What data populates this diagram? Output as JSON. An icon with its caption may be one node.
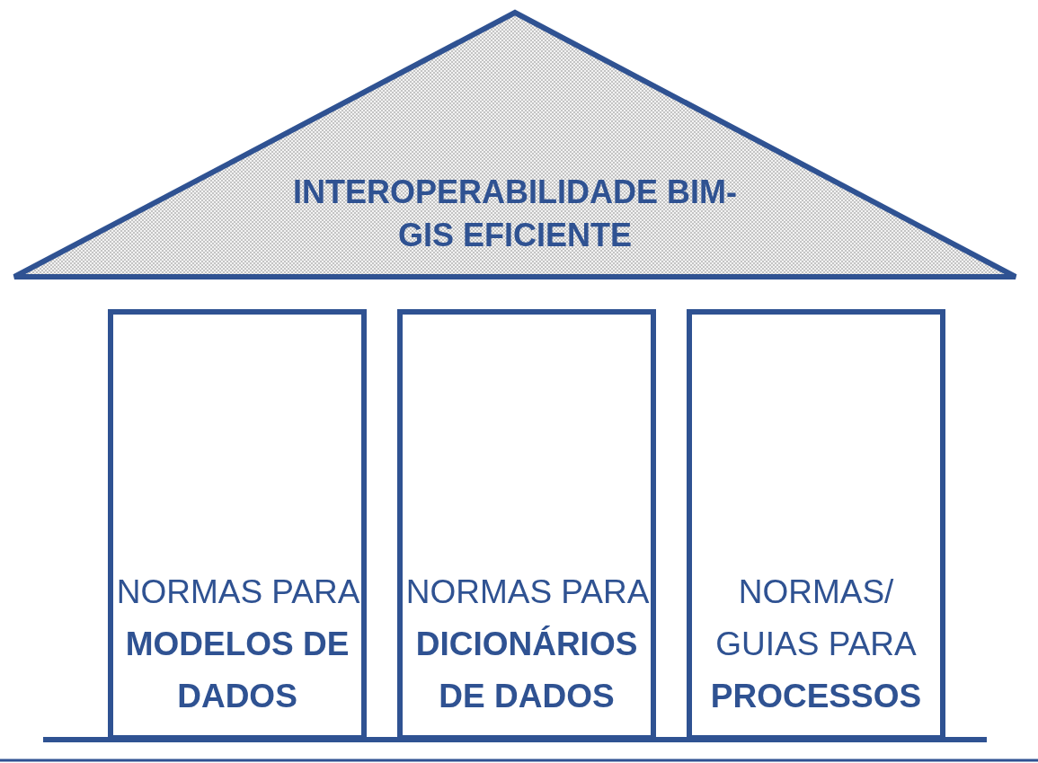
{
  "diagram": {
    "nodes": [
      {
        "text": [
          "INTEROPERABILIDADE BIM-GIS EFICIENTE"
        ]
      },
      {
        "text": [
          "NORMAS PARA **MODELOS DE DADOS**"
        ]
      },
      {
        "text": [
          "NORMAS PARA **DICIONÁRIOS DE DADOS**"
        ]
      },
      {
        "text": [
          "NORMAS/ GUIAS PARA **PROCESSOS**"
        ]
      }
    ]
  }
}
